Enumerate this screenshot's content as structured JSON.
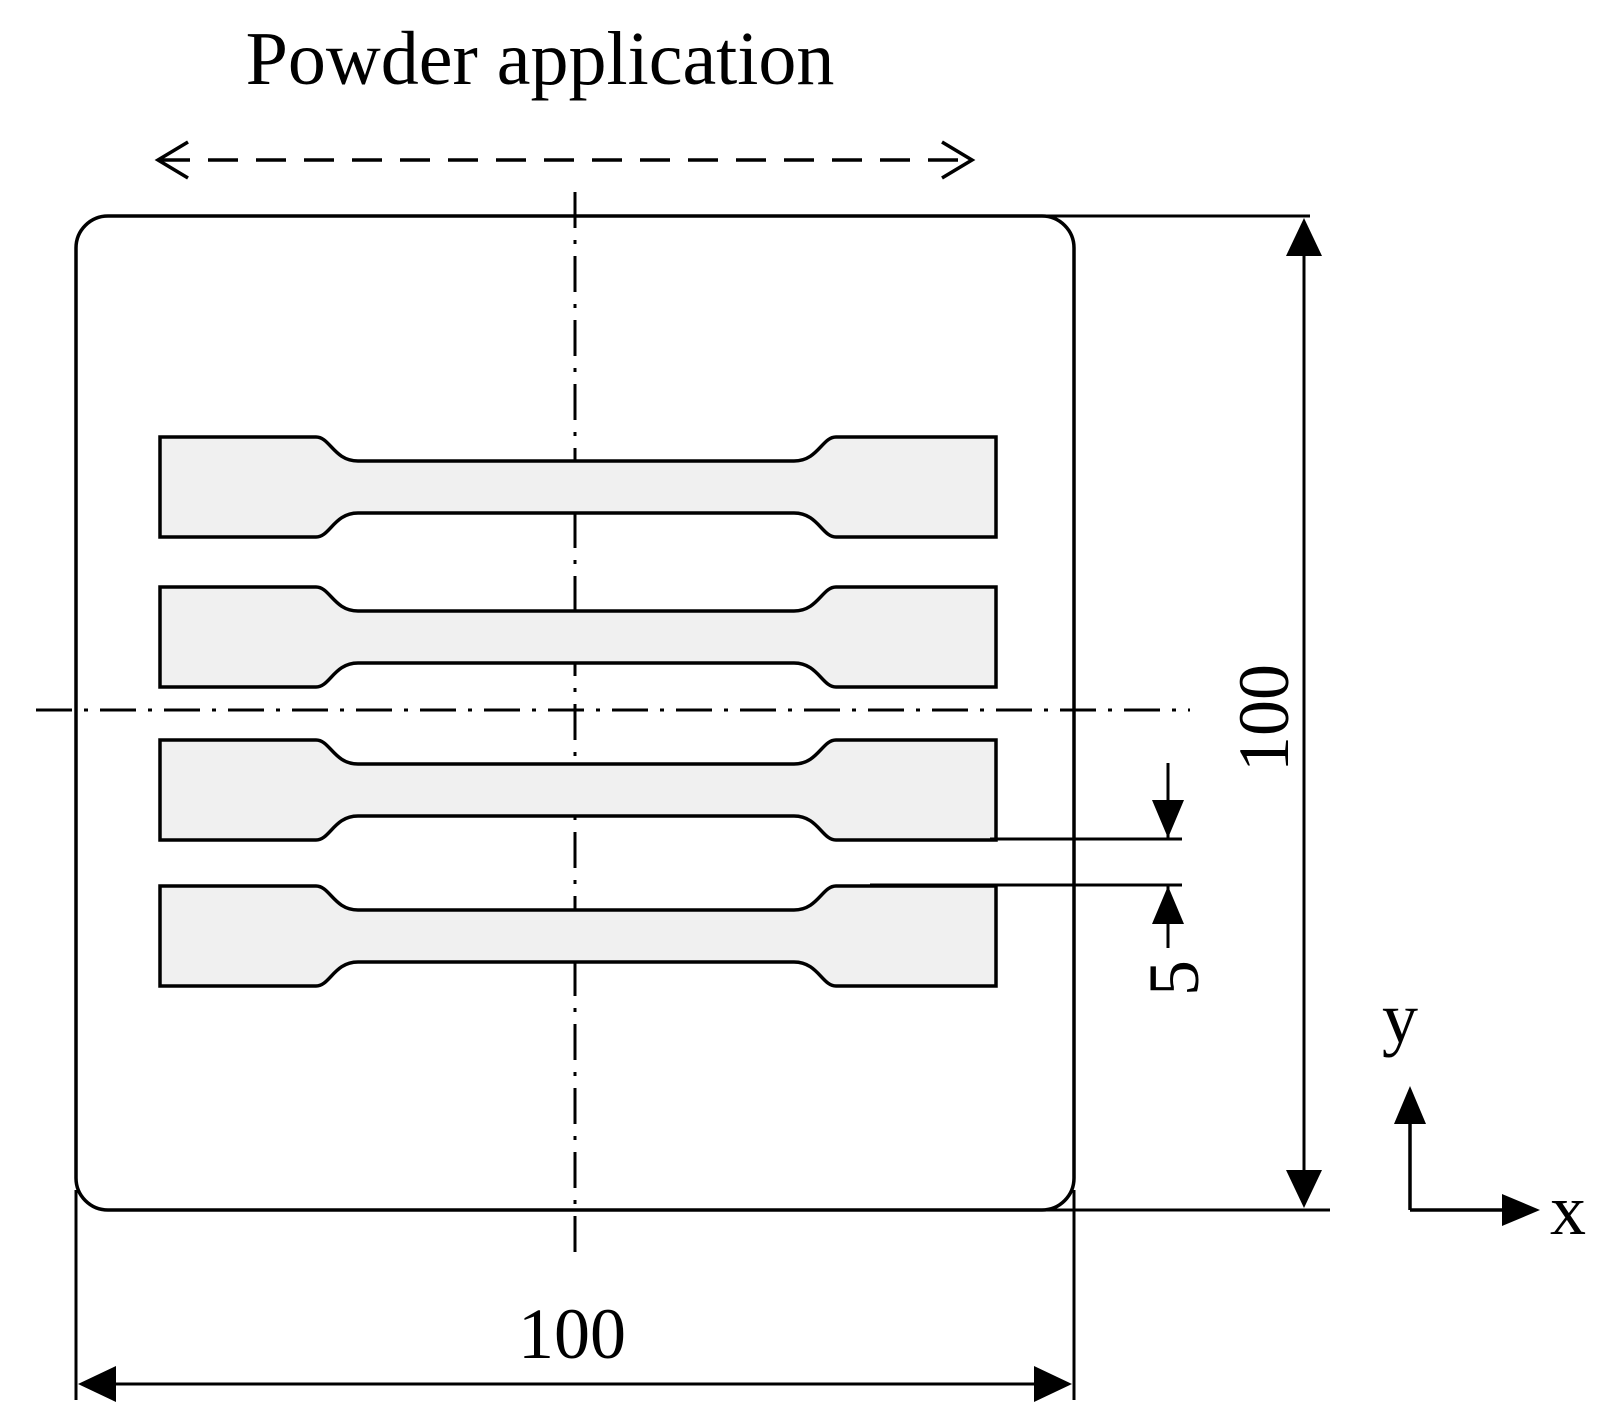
{
  "title": "Powder application",
  "dimensions": {
    "width_label": "100",
    "height_label": "100",
    "gap_label": "5"
  },
  "axes": {
    "x_label": "x",
    "y_label": "y"
  },
  "specimen_count": 4
}
